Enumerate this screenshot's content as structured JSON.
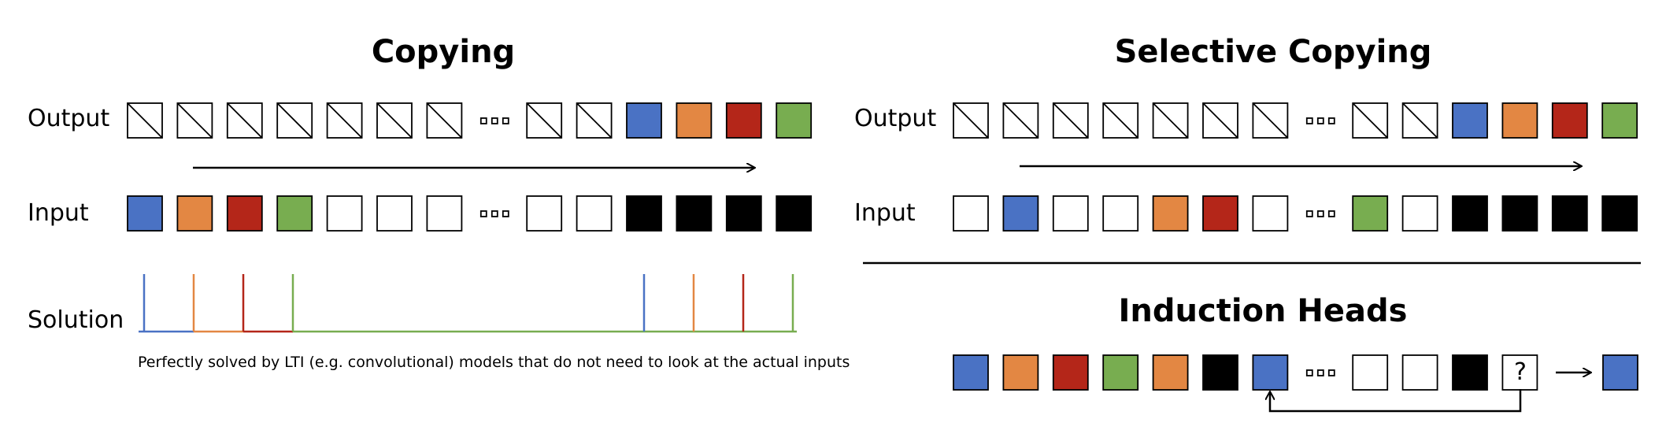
{
  "colors": {
    "blue": "#4a72c4",
    "orange": "#e38743",
    "red": "#b42619",
    "green": "#78ad50",
    "black": "#000000",
    "white": "#ffffff"
  },
  "copying": {
    "title": "Copying",
    "output_label": "Output",
    "input_label": "Input",
    "solution_label": "Solution",
    "note": "Perfectly solved by LTI (e.g. convolutional) models that do not need to look at the actual inputs",
    "output": [
      "diag",
      "diag",
      "diag",
      "diag",
      "diag",
      "diag",
      "diag",
      "dots",
      "diag",
      "diag",
      "blue",
      "orange",
      "red",
      "green"
    ],
    "input": [
      "blue",
      "orange",
      "red",
      "green",
      "white",
      "white",
      "white",
      "dots",
      "white",
      "white",
      "black",
      "black",
      "black",
      "black"
    ]
  },
  "selective": {
    "title": "Selective Copying",
    "output_label": "Output",
    "input_label": "Input",
    "output": [
      "diag",
      "diag",
      "diag",
      "diag",
      "diag",
      "diag",
      "diag",
      "dots",
      "diag",
      "diag",
      "blue",
      "orange",
      "red",
      "green"
    ],
    "input": [
      "white",
      "blue",
      "white",
      "white",
      "orange",
      "red",
      "white",
      "dots",
      "green",
      "white",
      "black",
      "black",
      "black",
      "black"
    ]
  },
  "induction": {
    "title": "Induction Heads",
    "query_symbol": "?",
    "sequence": [
      "blue",
      "orange",
      "red",
      "green",
      "orange",
      "black",
      "blue",
      "dots",
      "white",
      "white",
      "black",
      "query"
    ],
    "answer": "blue"
  }
}
